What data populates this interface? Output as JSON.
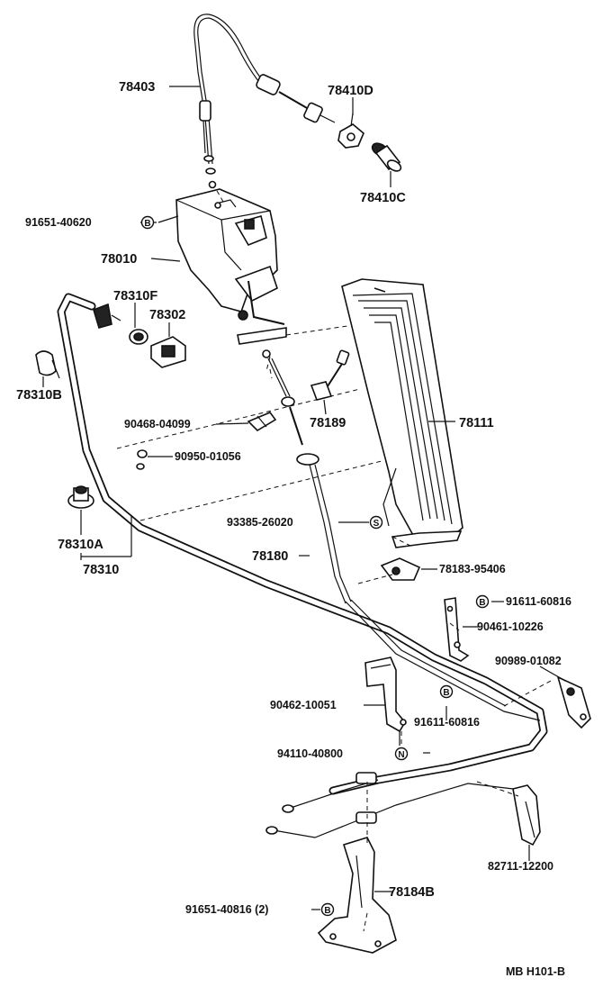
{
  "diagram": {
    "footer_code": "MB H101-B",
    "symbols": {
      "B": "B",
      "S": "S",
      "N": "N"
    },
    "parts": {
      "p78403": "78403",
      "p78410D": "78410D",
      "p78410C": "78410C",
      "p91651_40620": "91651-40620",
      "p78010": "78010",
      "p78310F": "78310F",
      "p78302": "78302",
      "p78310B": "78310B",
      "p90468_04099": "90468-04099",
      "p78189": "78189",
      "p78111": "78111",
      "p90950_01056": "90950-01056",
      "p93385_26020": "93385-26020",
      "p78310A": "78310A",
      "p78310": "78310",
      "p78180": "78180",
      "p78183_95406": "78183-95406",
      "p91611_60816a": "91611-60816",
      "p90461_10226": "90461-10226",
      "p90989_01082": "90989-01082",
      "p90462_10051": "90462-10051",
      "p91611_60816b": "91611-60816",
      "p94110_40800": "94110-40800",
      "p82711_12200": "82711-12200",
      "p78184B": "78184B",
      "p91651_40816": "91651-40816 (2)"
    }
  }
}
